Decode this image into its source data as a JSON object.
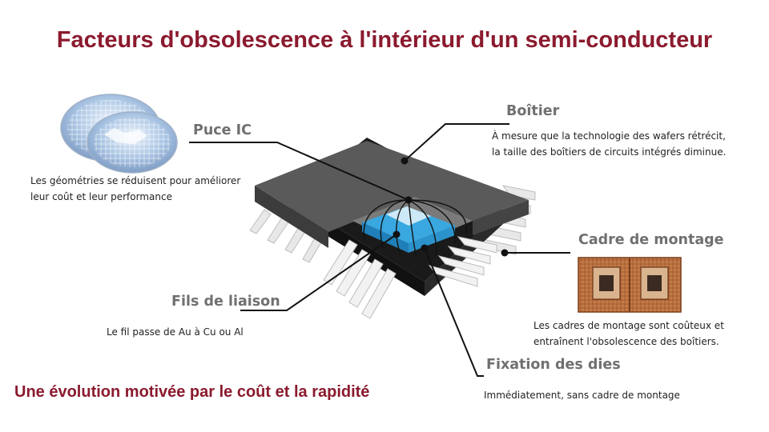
{
  "title": "Facteurs d'obsolescence à l'intérieur d'un semi-conducteur",
  "subtitle": "Une évolution motivée par le coût et la rapidité",
  "labels": {
    "boitier": "Boîtier",
    "puce": "Puce IC",
    "cadre": "Cadre de montage",
    "fils": "Fils de liaison",
    "fixation": "Fixation des dies"
  },
  "descriptions": {
    "boitier": [
      "À mesure que la technologie des wafers rétrécit,",
      "la taille des boîtiers de circuits intégrés diminue."
    ],
    "puce": [
      "Les géométries se réduisent pour améliorer",
      "leur coût et leur performance"
    ],
    "cadre": [
      "Les cadres de montage sont coûteux et",
      "entraînent l'obsolescence des boîtiers."
    ],
    "fils": [
      "Le fil passe de Au à Cu ou Al"
    ],
    "fixation": [
      "Immédiatement, sans cadre de montage"
    ]
  },
  "colors": {
    "title": "#8b1a2e",
    "label": "#707070",
    "chip_body": "#5a5a5a",
    "die": "#3aa8e0",
    "leadframe": "#b8693a"
  }
}
